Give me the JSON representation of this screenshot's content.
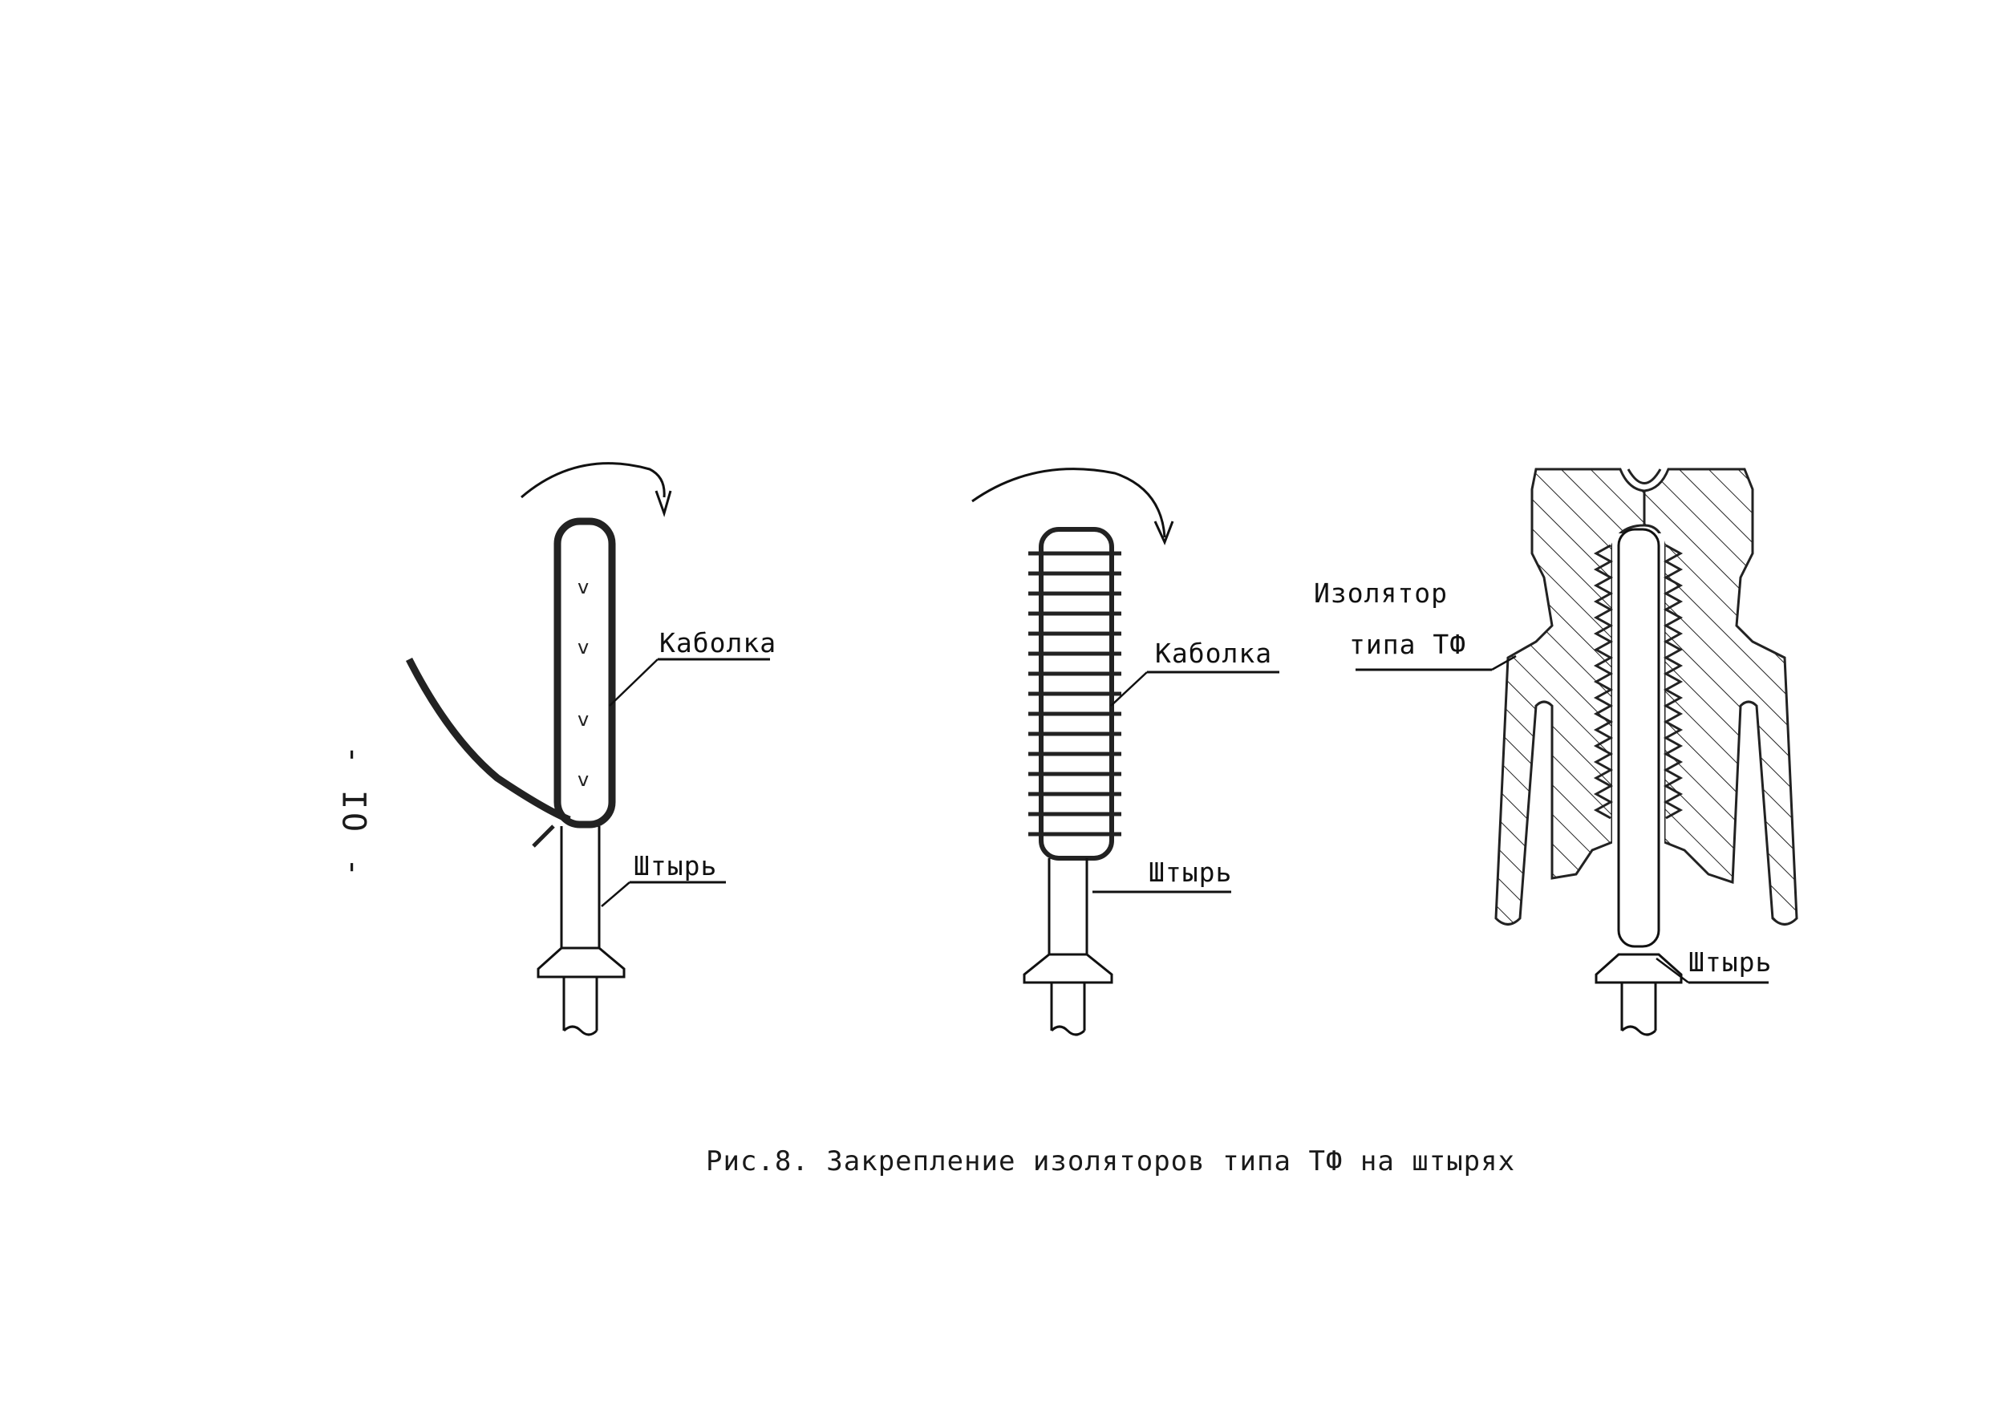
{
  "page": {
    "number": "- IO -",
    "caption": "Рис.8. Закрепление изоляторов типа ТФ на штырях"
  },
  "figures": [
    {
      "cap_label": "Каболка",
      "pin_label": "Штырь"
    },
    {
      "cap_label": "Каболка",
      "pin_label": "Штырь"
    },
    {
      "insulator_label_line1": "Изолятор",
      "insulator_label_line2": "типа ТФ",
      "pin_label": "Штырь"
    }
  ]
}
